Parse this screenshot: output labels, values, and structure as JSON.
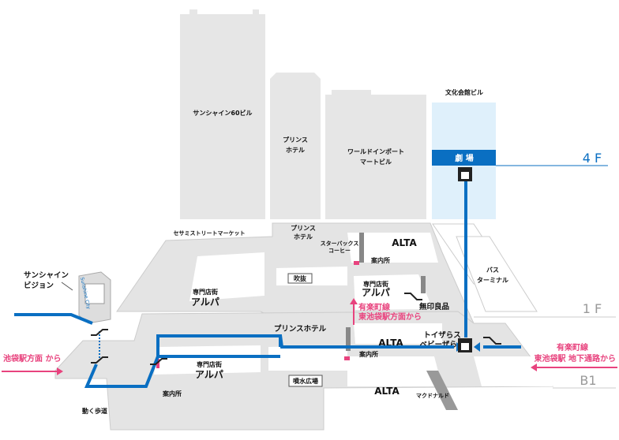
{
  "buildings": {
    "sunshine60": "サンシャイン60ビル",
    "prince_1": "プリンス",
    "prince_2": "ホテル",
    "wit_1": "ワールドインポート",
    "wit_2": "マートビル",
    "bunka": "文化会館ビル",
    "theater": "劇 場"
  },
  "floors": {
    "f4": "4 F",
    "f1": "1 F",
    "b1": "B1"
  },
  "floor1": {
    "sesami": "セサミストリートマーケット",
    "prince_1": "プリンス",
    "prince_2": "ホテル",
    "starbucks_1": "スターバックス",
    "starbucks_2": "コーヒー",
    "alta": "ALTA",
    "info": "案内所",
    "fukinuke": "吹抜",
    "alpa_sub": "専門店街",
    "alpa": "アルパ",
    "alpa2_sub": "専門店街",
    "alpa2": "アルパ",
    "muji": "無印良品",
    "bus_1": "バス",
    "bus_2": "ターミナル"
  },
  "floorB1": {
    "prince_hotel": "プリンスホテル",
    "alta": "ALTA",
    "info": "案内所",
    "toys_1": "トイザらス",
    "toys_2": "ベビーザらス",
    "alpa_sub": "専門店街",
    "alpa": "アルパ",
    "fountain": "噴水広場",
    "alta2": "ALTA",
    "mcd": "マクドナルド",
    "info2": "案内所",
    "walkway": "動く歩道"
  },
  "vision": {
    "label_1": "サンシャイン",
    "label_2": "ビジョン",
    "brand": "Sunshine City"
  },
  "directions": {
    "ikebukuro": "池袋駅方面 から",
    "yurakucho_1f_1": "有楽町線",
    "yurakucho_1f_2": "東池袋駅方面から",
    "yurakucho_b1_1": "有楽町線",
    "yurakucho_b1_2": "東池袋駅 地下通路から"
  },
  "colors": {
    "route": "#0a6fc2",
    "pink": "#e8437e",
    "bunka_bg": "#dff0fb"
  }
}
